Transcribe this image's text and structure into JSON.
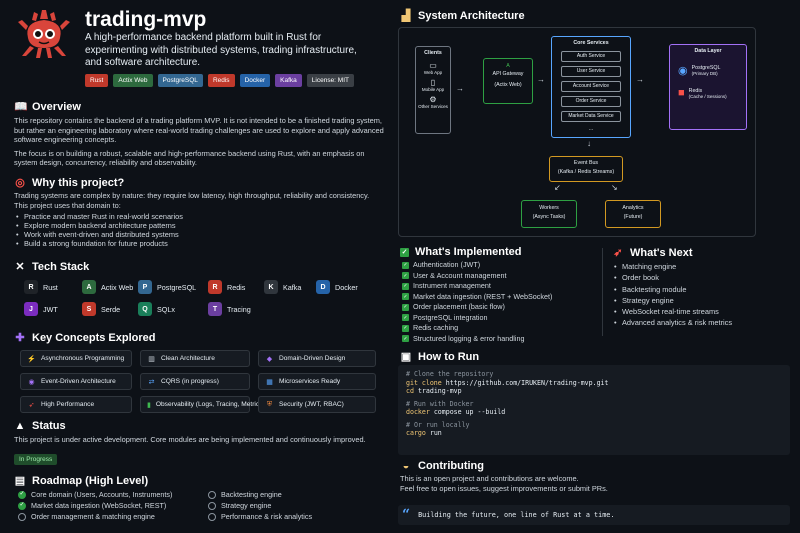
{
  "header": {
    "title": "trading-mvp",
    "description": "A high-performance backend platform built in Rust for experimenting with distributed systems, trading infrastructure, and software architecture.",
    "badges": [
      {
        "label": "Rust",
        "color": "#c0392b"
      },
      {
        "label": "Actix Web",
        "color": "#2d6a3e"
      },
      {
        "label": "PostgreSQL",
        "color": "#336791"
      },
      {
        "label": "Redis",
        "color": "#c0392b"
      },
      {
        "label": "Docker",
        "color": "#2563a8"
      },
      {
        "label": "Kafka",
        "color": "#6b3fa0"
      },
      {
        "label": "License: MIT",
        "color": "#3a3f45"
      }
    ]
  },
  "overview": {
    "heading": "Overview",
    "p1": "This repository contains the backend of a trading platform MVP. It is not intended to be a finished trading system, but rather an engineering laboratory where real-world trading challenges are used to explore and apply advanced software engineering concepts.",
    "p2": "The focus is on building a robust, scalable and high-performance backend using Rust, with an emphasis on system design, concurrency, reliability and observability."
  },
  "why": {
    "heading": "Why this project?",
    "intro": "Trading systems are complex by nature: they require low latency, high throughput, reliability and consistency. This project uses that domain to:",
    "items": [
      "Practice and master Rust in real-world scenarios",
      "Explore modern backend architecture patterns",
      "Work with event-driven and distributed systems",
      "Build a strong foundation for future products"
    ]
  },
  "tech": {
    "heading": "Tech Stack",
    "items": [
      {
        "label": "Rust",
        "icon": "R",
        "color": "#1f2328"
      },
      {
        "label": "Actix Web",
        "icon": "A",
        "color": "#2d6a3e"
      },
      {
        "label": "PostgreSQL",
        "icon": "P",
        "color": "#336791"
      },
      {
        "label": "Redis",
        "icon": "R",
        "color": "#c0392b"
      },
      {
        "label": "Kafka",
        "icon": "K",
        "color": "#30363d"
      },
      {
        "label": "Docker",
        "icon": "D",
        "color": "#2563a8"
      },
      {
        "label": "JWT",
        "icon": "J",
        "color": "#7b2cbf"
      },
      {
        "label": "Serde",
        "icon": "S",
        "color": "#c0392b"
      },
      {
        "label": "SQLx",
        "icon": "Q",
        "color": "#1a7f5a"
      },
      {
        "label": "Tracing",
        "icon": "T",
        "color": "#6b3fa0"
      }
    ]
  },
  "concepts": {
    "heading": "Key Concepts Explored",
    "items": [
      {
        "label": "Asynchronous Programming",
        "icon": "⚡",
        "color": "#f0c674"
      },
      {
        "label": "Clean Architecture",
        "icon": "▥",
        "color": "#c9d1d9"
      },
      {
        "label": "Domain-Driven Design",
        "icon": "◆",
        "color": "#a371f7"
      },
      {
        "label": "Event-Driven Architecture",
        "icon": "◉",
        "color": "#a371f7"
      },
      {
        "label": "CQRS (in progress)",
        "icon": "⇄",
        "color": "#58a6ff"
      },
      {
        "label": "Microservices Ready",
        "icon": "▦",
        "color": "#58a6ff"
      },
      {
        "label": "High Performance",
        "icon": "➶",
        "color": "#f85149"
      },
      {
        "label": "Observability (Logs, Tracing, Metrics)",
        "icon": "▮",
        "color": "#3fb950"
      },
      {
        "label": "Security (JWT, RBAC)",
        "icon": "⛨",
        "color": "#f0883e"
      }
    ]
  },
  "status": {
    "heading": "Status",
    "text": "This project is under active development. Core modules are being implemented and continuously improved.",
    "badge": "In Progress"
  },
  "roadmap": {
    "heading": "Roadmap (High Level)",
    "items": [
      {
        "label": "Core domain (Users, Accounts, Instruments)",
        "done": true
      },
      {
        "label": "Backtesting engine",
        "done": false
      },
      {
        "label": "Market data ingestion (WebSocket, REST)",
        "done": true
      },
      {
        "label": "Strategy engine",
        "done": false
      },
      {
        "label": "Order management & matching engine",
        "done": false
      },
      {
        "label": "Performance & risk analytics",
        "done": false
      }
    ]
  },
  "architecture": {
    "heading": "System Architecture",
    "clients": {
      "title": "Clients",
      "items": [
        "Web App",
        "Mobile App",
        "Other Services"
      ]
    },
    "gateway": {
      "title": "API Gateway",
      "sub": "(Actix Web)"
    },
    "core": {
      "title": "Core Services",
      "items": [
        "Auth Service",
        "User Service",
        "Account Service",
        "Order Service",
        "Market Data Service",
        "..."
      ]
    },
    "data": {
      "title": "Data Layer",
      "pg": "PostgreSQL",
      "pg_sub": "(Primary DB)",
      "redis": "Redis",
      "redis_sub": "(Cache / Sessions)"
    },
    "bus": {
      "title": "Event Bus",
      "sub": "(Kafka / Redis Streams)"
    },
    "workers": {
      "title": "Workers",
      "sub": "(Async Tasks)"
    },
    "analytics": {
      "title": "Analytics",
      "sub": "(Future)"
    }
  },
  "implemented": {
    "heading": "What's Implemented",
    "items": [
      "Authentication (JWT)",
      "User & Account management",
      "Instrument management",
      "Market data ingestion (REST + WebSocket)",
      "Order placement (basic flow)",
      "PostgreSQL integration",
      "Redis caching",
      "Structured logging & error handling"
    ]
  },
  "next": {
    "heading": "What's Next",
    "items": [
      "Matching engine",
      "Order book",
      "Backtesting module",
      "Strategy engine",
      "WebSocket real-time streams",
      "Advanced analytics & risk metrics"
    ]
  },
  "run": {
    "heading": "How to Run",
    "c1": "# Clone the repository",
    "l1a": "git clone",
    "l1b": "https://github.com/IRUKEN/trading-mvp.git",
    "l2a": "cd",
    "l2b": "trading-mvp",
    "c2": "# Run with Docker",
    "l3a": "docker",
    "l3b": "compose up --build",
    "c3": "# Or run locally",
    "l4a": "cargo",
    "l4b": "run"
  },
  "contributing": {
    "heading": "Contributing",
    "p1": "This is an open project and contributions are welcome.",
    "p2": "Feel free to open issues, suggest improvements or submit PRs."
  },
  "quote": {
    "mark": "“",
    "text": "Building the future, one line of Rust at a time."
  }
}
